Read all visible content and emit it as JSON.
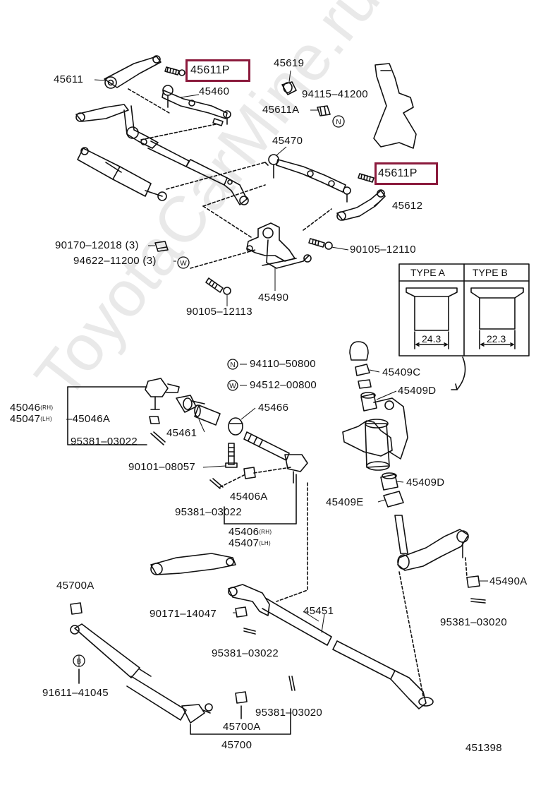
{
  "watermark": "ToyotaCarMine.ru",
  "labels": {
    "p45611": "45611",
    "p45611p_top": "45611P",
    "p45460": "45460",
    "p45619": "45619",
    "p94115": "94115–41200",
    "p45611a": "45611A",
    "p45470": "45470",
    "p45611p_mid": "45611P",
    "p45612": "45612",
    "p90170": "90170–12018 (3)",
    "p94622": "94622–11200 (3)",
    "p90105_12110": "90105–12110",
    "p45490": "45490",
    "p90105_12113": "90105–12113",
    "p94110": "94110–50800",
    "p94512": "94512–00800",
    "p45466": "45466",
    "p45046": "45046",
    "p45047": "45047",
    "rh": "(RH)",
    "lh": "(LH)",
    "p45046a": "–45046A",
    "p45461": "45461",
    "p95381_03022a": "95381–03022",
    "p90101": "90101–08057",
    "p45406a": "45406A",
    "p95381_03022b": "95381–03022",
    "p45406": "45406",
    "p45407": "45407",
    "p45409c": "45409C",
    "p45409d_top": "45409D",
    "p45409d_bot": "45409D",
    "p45409e": "45409E",
    "p45490a": "45490A",
    "p95381_03020a": "95381–03020",
    "p45700a_left": "45700A",
    "p90171": "90171–14047",
    "p45451": "45451",
    "p95381_03022c": "95381–03022",
    "p91611": "91611–41045",
    "p95381_03020b": "95381–03020",
    "p45700a_bot": "45700A",
    "p45700": "45700",
    "diagram_no": "451398"
  },
  "types": {
    "a_title": "TYPE A",
    "b_title": "TYPE B",
    "a_dim": "24.3",
    "b_dim": "22.3"
  },
  "markers": {
    "n": "N",
    "w": "W",
    "b": "B"
  },
  "colors": {
    "highlight": "#8b1a3c",
    "line": "#111111"
  }
}
